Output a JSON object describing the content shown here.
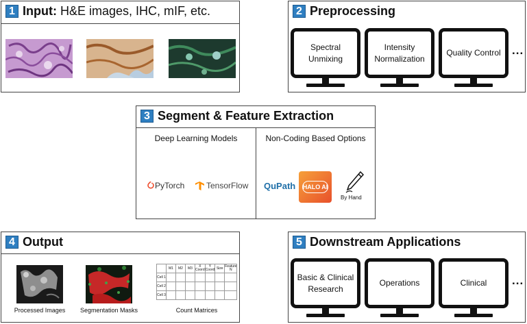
{
  "panel1": {
    "number": "1",
    "title_bold": "Input:",
    "title_rest": "H&E images, IHC, mIF, etc."
  },
  "panel2": {
    "number": "2",
    "title": "Preprocessing",
    "monitors": [
      "Spectral Unmixing",
      "Intensity Normalization",
      "Quality Control"
    ],
    "more": "..."
  },
  "panel3": {
    "number": "3",
    "title": "Segment & Feature Extraction",
    "left_heading": "Deep Learning Models",
    "right_heading": "Non-Coding Based Options",
    "logos": {
      "pytorch": "PyTorch",
      "tensorflow": "TensorFlow",
      "qupath": "QuPath",
      "halo": "HALO",
      "halo_ai": "AI"
    },
    "by_hand": "By Hand"
  },
  "panel4": {
    "number": "4",
    "title": "Output",
    "captions": [
      "Processed Images",
      "Segmentation Masks",
      "Count Matrices"
    ],
    "matrix_headers": [
      "M1",
      "M2",
      "M3",
      "X Coord",
      "Y Coord",
      "Size",
      "Feature N"
    ],
    "matrix_rows": [
      "Cell 1",
      "Cell 2",
      "Cell 3"
    ]
  },
  "panel5": {
    "number": "5",
    "title": "Downstream Applications",
    "monitors": [
      "Basic & Clinical Research",
      "Operations",
      "Clinical"
    ],
    "more": "..."
  },
  "colors": {
    "badge": "#2f7fc1",
    "pytorch": "#ee4c2c",
    "tensorflow": "#ff8f00",
    "qupath": "#1f6fa8",
    "halo_start": "#f6a03a",
    "halo_end": "#e8502b"
  }
}
